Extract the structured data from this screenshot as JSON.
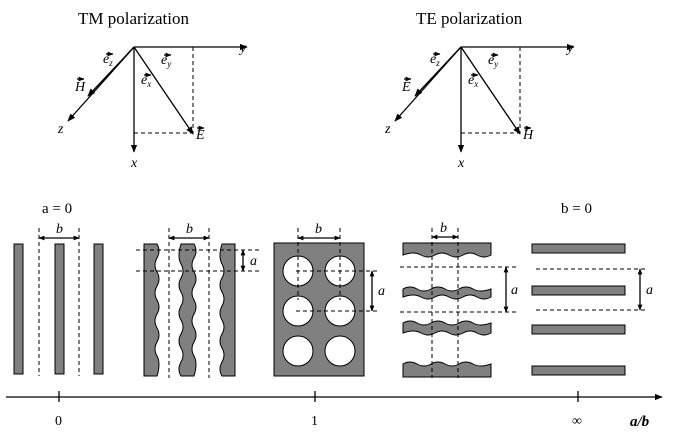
{
  "panels": [
    {
      "title": "TM polarization",
      "axes": {
        "y": "y",
        "x": "x",
        "z": "z"
      },
      "unit_vectors": {
        "ez": "e",
        "ez_sub": "z",
        "ey": "e",
        "ey_sub": "y",
        "ex": "e",
        "ex_sub": "x"
      },
      "field_diagonal": "E",
      "field_along_z": "H"
    },
    {
      "title": "TE polarization",
      "axes": {
        "y": "y",
        "x": "x",
        "z": "z"
      },
      "unit_vectors": {
        "ez": "e",
        "ez_sub": "z",
        "ey": "e",
        "ey_sub": "y",
        "ex": "e",
        "ex_sub": "x"
      },
      "field_diagonal": "H",
      "field_along_z": "E"
    }
  ],
  "structures": {
    "label_a_zero": "a = 0",
    "label_b_zero": "b = 0",
    "dim_b": "b",
    "dim_a": "a"
  },
  "axis": {
    "ticks": [
      "0",
      "1",
      "∞"
    ],
    "label": "a/b"
  },
  "colors": {
    "fill": "#808080",
    "line": "#000000"
  }
}
